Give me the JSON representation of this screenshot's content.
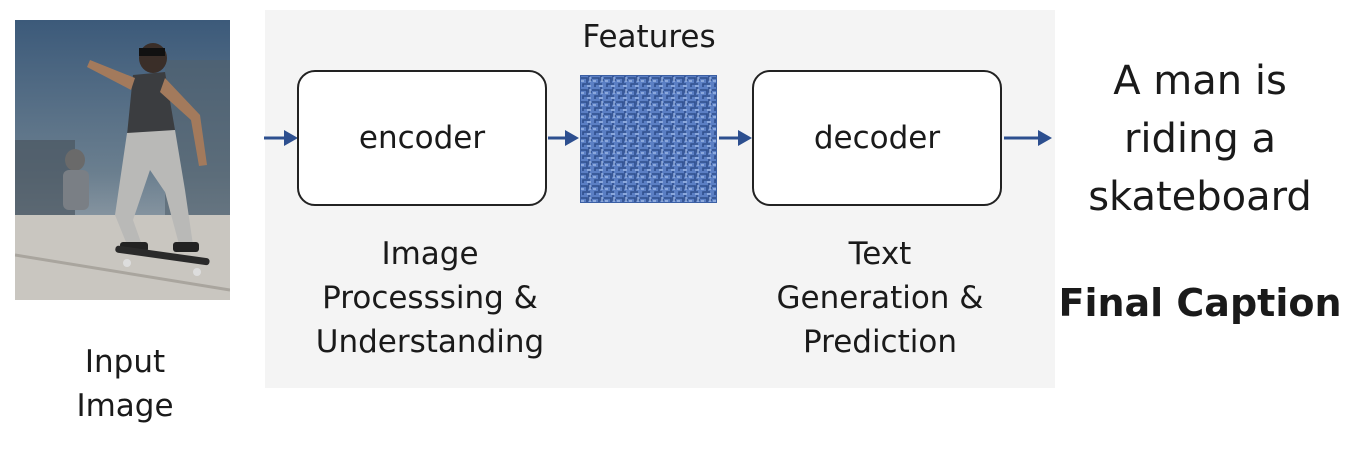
{
  "diagram": {
    "input_label": "Input\nImage",
    "features_label": "Features",
    "encoder_label": "encoder",
    "encoder_caption": "Image\nProcesssing &\nUnderstanding",
    "decoder_label": "decoder",
    "decoder_caption": "Text\nGeneration &\nPrediction",
    "output_text": "A man is\nriding a\nskateboard",
    "output_label": "Final Caption"
  },
  "colors": {
    "arrow": "#2d4f8f",
    "features_tile": "#5b7fc4",
    "panel": "#f4f4f4"
  },
  "icons": {
    "input_photo": "skateboarder-photo",
    "features_map": "feature-texture"
  }
}
